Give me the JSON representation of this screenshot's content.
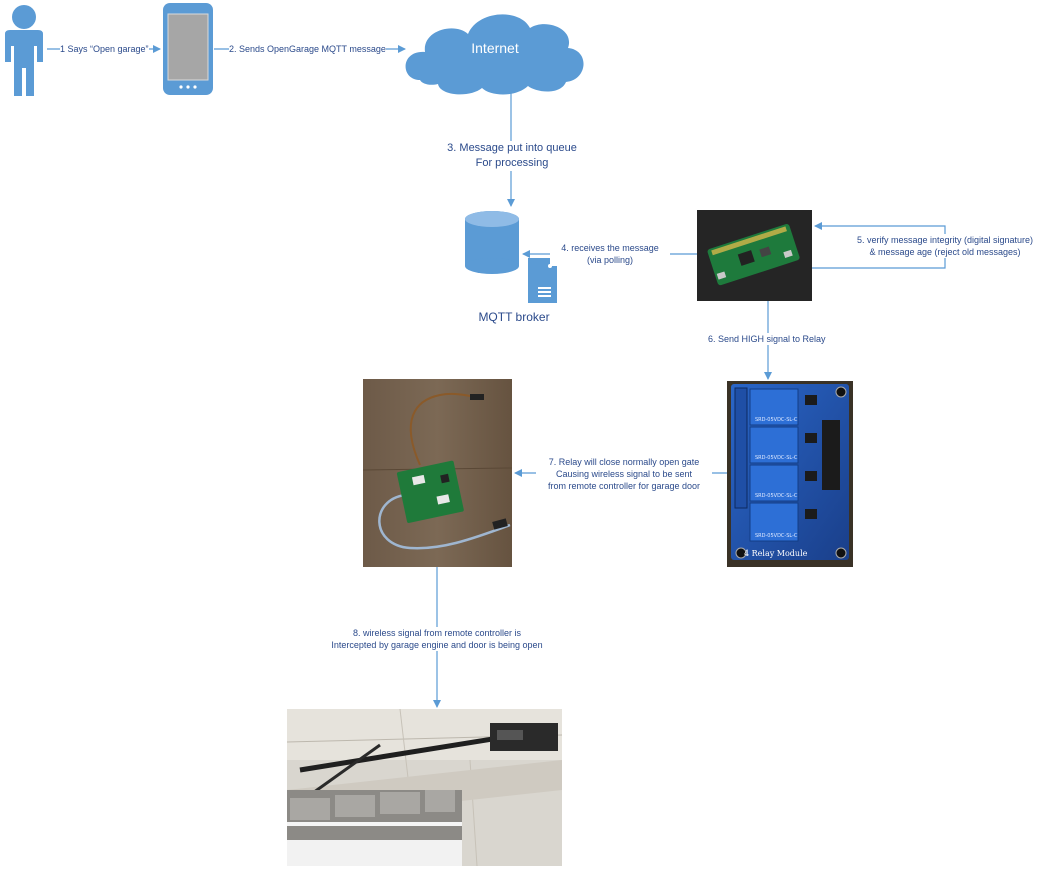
{
  "cloud": {
    "label": "Internet"
  },
  "broker": {
    "label": "MQTT broker"
  },
  "steps": {
    "s1": "1 Says “Open garage”",
    "s2": "2. Sends OpenGarage MQTT message",
    "s3_line1": "3. Message put into queue",
    "s3_line2": "For processing",
    "s4_line1": "4. receives the message",
    "s4_line2": "(via polling)",
    "s5_line1": "5. verify message integrity (digital signature)",
    "s5_line2": "& message age (reject old messages)",
    "s6": "6. Send HIGH signal to Relay",
    "s7_line1": "7. Relay will close normally open gate",
    "s7_line2": "Causing wireless signal to be sent",
    "s7_line3": "from remote controller for garage door",
    "s8_line1": "8. wireless signal from remote controller is",
    "s8_line2": "Intercepted by garage engine and door is being open"
  },
  "relay": {
    "module_label": "4 Relay Module",
    "relay_marking": "SRD-05VDC-SL-C"
  },
  "colors": {
    "accent": "#5b9bd5",
    "text": "#2b4a8b",
    "arrow": "#5b9bd5"
  }
}
